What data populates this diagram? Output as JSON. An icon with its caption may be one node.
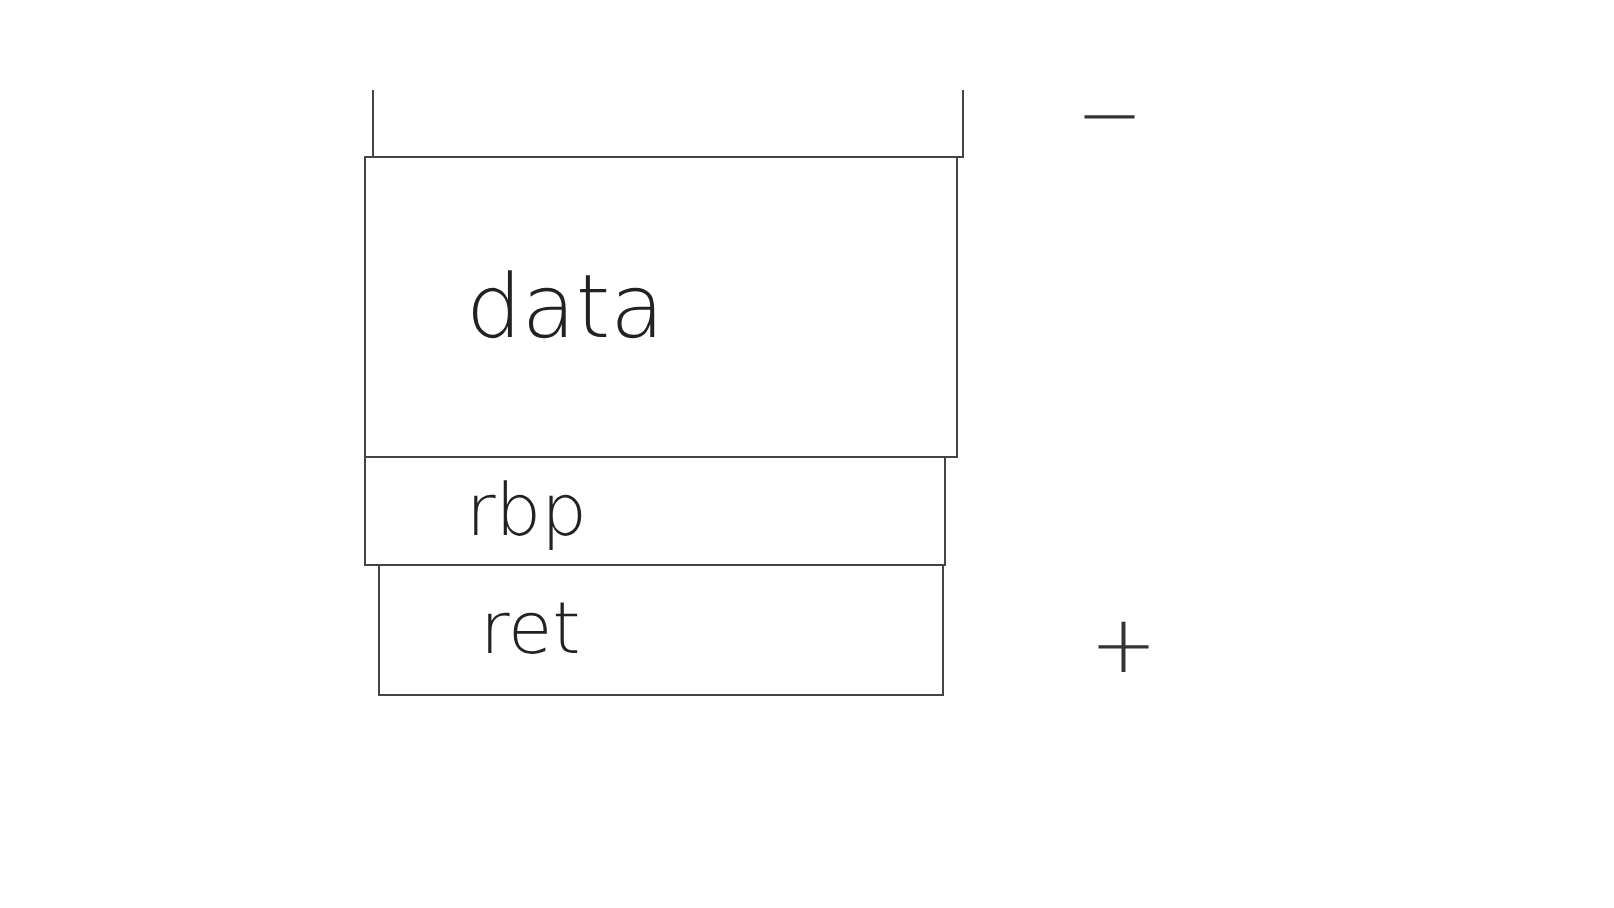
{
  "diagram": {
    "nodes": [
      {
        "text": [],
        "shape": "box"
      },
      {
        "text": [
          "data"
        ]
      },
      {
        "text": [
          "rbp"
        ]
      },
      {
        "text": [
          "ret"
        ]
      }
    ],
    "labels": [
      "−",
      "+"
    ]
  }
}
